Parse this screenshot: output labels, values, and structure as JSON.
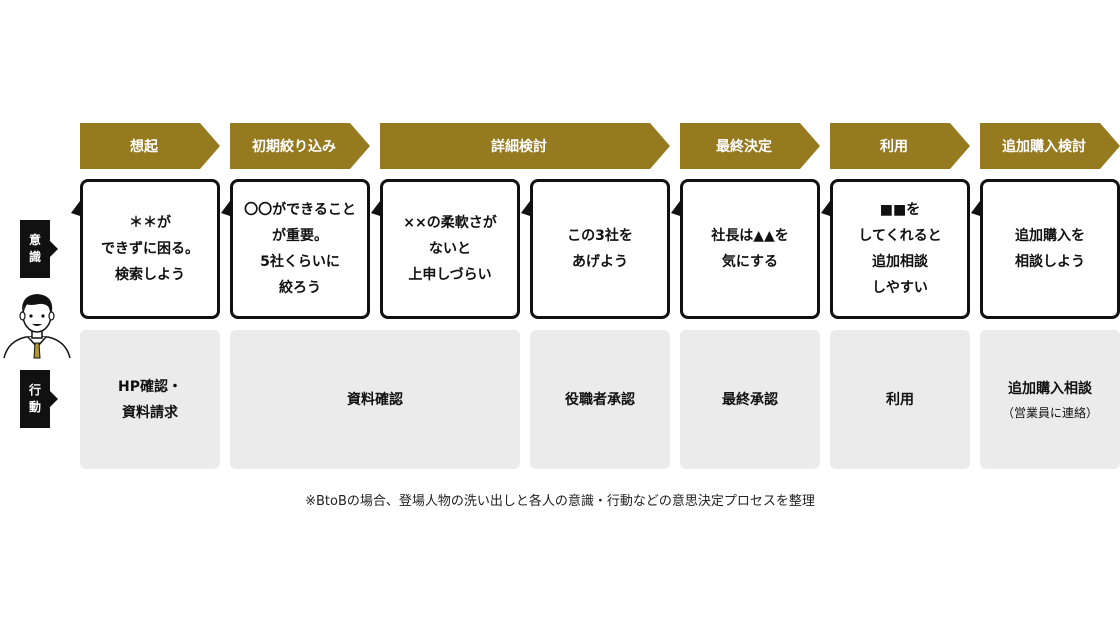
{
  "stages": [
    {
      "label": "想起"
    },
    {
      "label": "初期絞り込み"
    },
    {
      "label": "詳細検討"
    },
    {
      "label": "最終決定"
    },
    {
      "label": "利用"
    },
    {
      "label": "追加購入検討"
    }
  ],
  "row_labels": {
    "thoughts": [
      "意",
      "識"
    ],
    "actions": [
      "行",
      "動"
    ]
  },
  "thoughts": [
    {
      "lines": [
        "＊＊が",
        "できずに困る。",
        "検索しよう"
      ]
    },
    {
      "lines": [
        "〇〇ができること",
        "が重要。",
        "5社くらいに",
        "絞ろう"
      ]
    },
    {
      "lines": [
        "××の柔軟さが",
        "ないと",
        "上申しづらい"
      ]
    },
    {
      "lines": [
        "この3社を",
        "あげよう"
      ]
    },
    {
      "lines": [
        "社長は▲▲を",
        "気にする"
      ]
    },
    {
      "lines": [
        "■■を",
        "してくれると",
        "追加相談",
        "しやすい"
      ]
    },
    {
      "lines": [
        "追加購入を",
        "相談しよう"
      ]
    }
  ],
  "actions": [
    {
      "lines": [
        "HP確認・",
        "資料請求"
      ],
      "sub": ""
    },
    {
      "lines": [
        "資料確認"
      ],
      "sub": ""
    },
    {
      "lines": [
        "役職者承認"
      ],
      "sub": ""
    },
    {
      "lines": [
        "最終承認"
      ],
      "sub": ""
    },
    {
      "lines": [
        "利用"
      ],
      "sub": ""
    },
    {
      "lines": [
        "追加購入相談"
      ],
      "sub": "（営業員に連絡）"
    }
  ],
  "footnote": "※BtoBの場合、登場人物の洗い出しと各人の意識・行動などの意思決定プロセスを整理",
  "colors": {
    "stage": "#957a20",
    "action_bg": "#ebebeb",
    "label_bg": "#111111"
  }
}
